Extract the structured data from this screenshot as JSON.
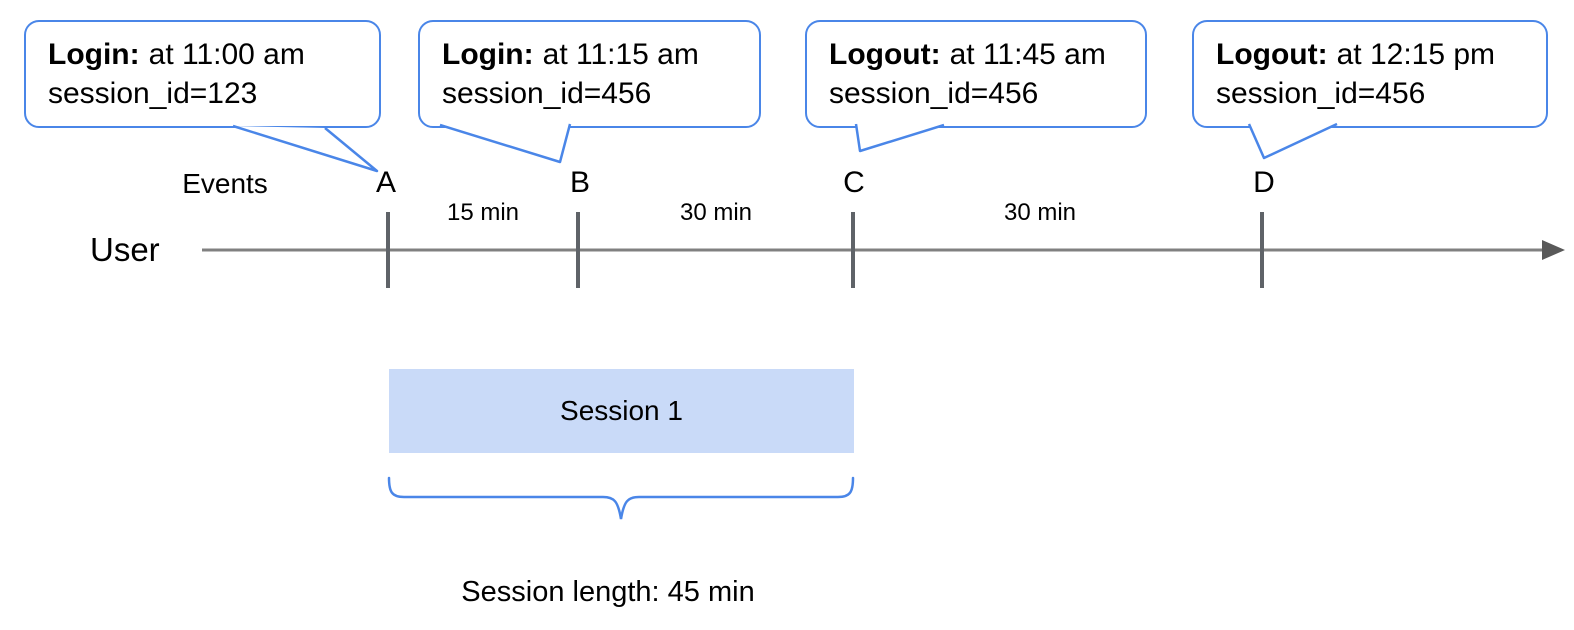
{
  "callouts": [
    {
      "event": "Login:",
      "detail": "at 11:00 am",
      "session": "session_id=123",
      "marker": "A"
    },
    {
      "event": "Login:",
      "detail": "at 11:15 am",
      "session": "session_id=456",
      "marker": "B"
    },
    {
      "event": "Logout:",
      "detail": "at 11:45 am",
      "session": "session_id=456",
      "marker": "C"
    },
    {
      "event": "Logout:",
      "detail": "at 12:15 pm",
      "session": "session_id=456",
      "marker": "D"
    }
  ],
  "timeline": {
    "events_label": "Events",
    "user_label": "User",
    "markers": [
      "A",
      "B",
      "C",
      "D"
    ],
    "intervals": [
      "15 min",
      "30 min",
      "30 min"
    ]
  },
  "session": {
    "box_label": "Session 1",
    "length_label": "Session length: 45 min"
  },
  "colors": {
    "callout_border": "#4a86e8",
    "session_fill": "#c9daf8",
    "axis": "#808080",
    "tick": "#5f6368",
    "arrowhead": "#595959",
    "brace": "#4a86e8",
    "text": "#000000"
  }
}
